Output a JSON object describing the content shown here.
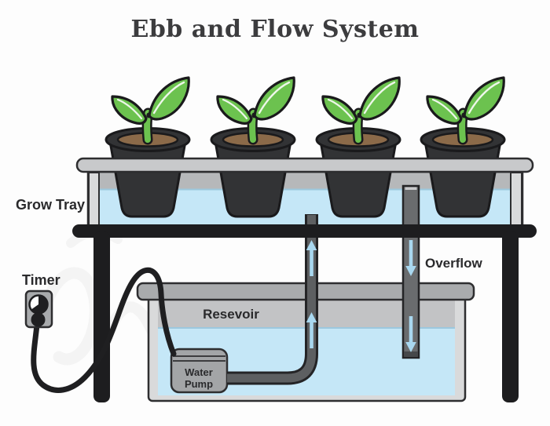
{
  "title": "Ebb and Flow System",
  "labels": {
    "grow_tray": "Grow Tray",
    "timer": "Timer",
    "overflow": "Overflow",
    "reservoir": "Resevoir",
    "water_pump": {
      "line1": "Water",
      "line2": "Pump"
    }
  },
  "components": {
    "plant_count": 4,
    "flow_arrows": [
      {
        "tube": "fill-tube",
        "direction": "up",
        "count": 2
      },
      {
        "tube": "overflow-tube",
        "direction": "down",
        "count": 2
      }
    ]
  },
  "colors": {
    "background": "#fdfdfd",
    "title_text": "#3c3c3e",
    "label_text": "#2a2a2c",
    "leaf_green": "#6cc24f",
    "leaf_vein": "#eef7ea",
    "soil_brown": "#8b6a49",
    "pot_dark": "#323335",
    "water_blue": "#c5e7f7",
    "waterline_blue": "#9cc8de",
    "arrow_blue": "#a9d8f0",
    "tray_rim_gray": "#c8c9cb",
    "tray_inner_gray": "#b6b8ba",
    "wall_light_gray": "#d9dadb",
    "tube_gray": "#5d5f61",
    "overflow_tube_gray": "#6a6c6e",
    "frame_black": "#1d1d1f",
    "lid_gray": "#a9abad",
    "pump_gray": "#a3a5a7",
    "timer_gray": "#a8aaac",
    "outline_dark": "#232325"
  }
}
